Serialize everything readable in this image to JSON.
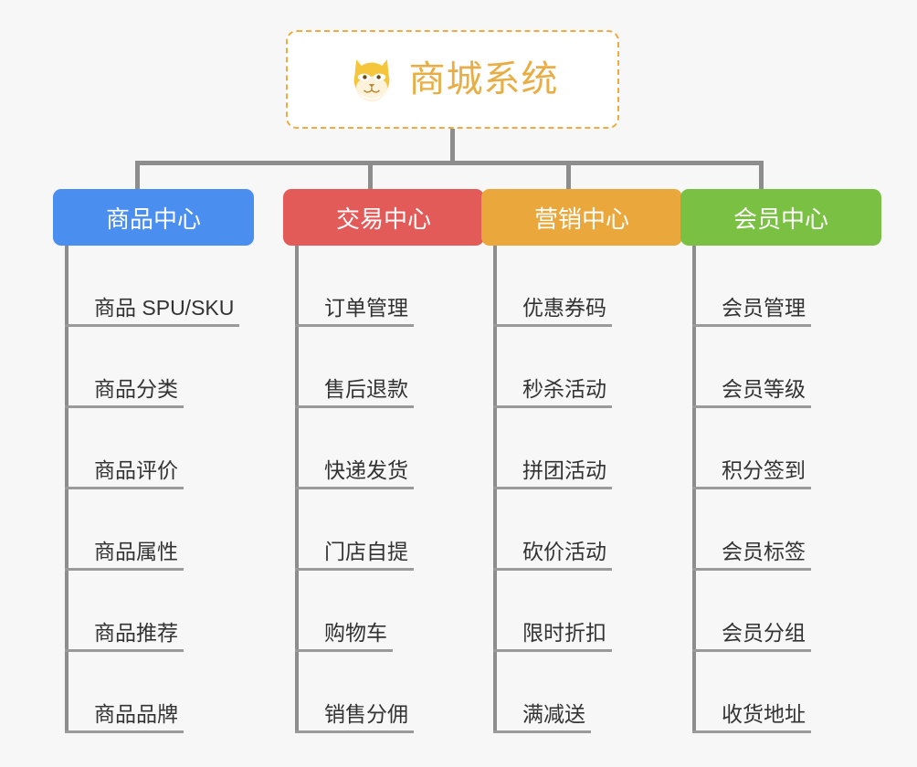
{
  "page": {
    "background_color": "#f7f7f7",
    "line_color": "#8d8d8d",
    "rule_color": "#9a9a9a",
    "leaf_text_color": "#333333"
  },
  "root": {
    "title": "商城系统",
    "icon": "shiba-dog-face-icon",
    "text_color": "#e8ae45",
    "border_color": "#efab42",
    "fill_color": "#ffffff"
  },
  "columns": [
    {
      "title": "商品中心",
      "color": "#4a8ef0",
      "items": [
        "商品 SPU/SKU",
        "商品分类",
        "商品评价",
        "商品属性",
        "商品推荐",
        "商品品牌"
      ]
    },
    {
      "title": "交易中心",
      "color": "#e35b58",
      "items": [
        "订单管理",
        "售后退款",
        "快递发货",
        "门店自提",
        "购物车",
        "销售分佣"
      ]
    },
    {
      "title": "营销中心",
      "color": "#eaa83c",
      "items": [
        "优惠券码",
        "秒杀活动",
        "拼团活动",
        "砍价活动",
        "限时折扣",
        "满减送"
      ]
    },
    {
      "title": "会员中心",
      "color": "#7ac143",
      "items": [
        "会员管理",
        "会员等级",
        "积分签到",
        "会员标签",
        "会员分组",
        "收货地址"
      ]
    }
  ]
}
